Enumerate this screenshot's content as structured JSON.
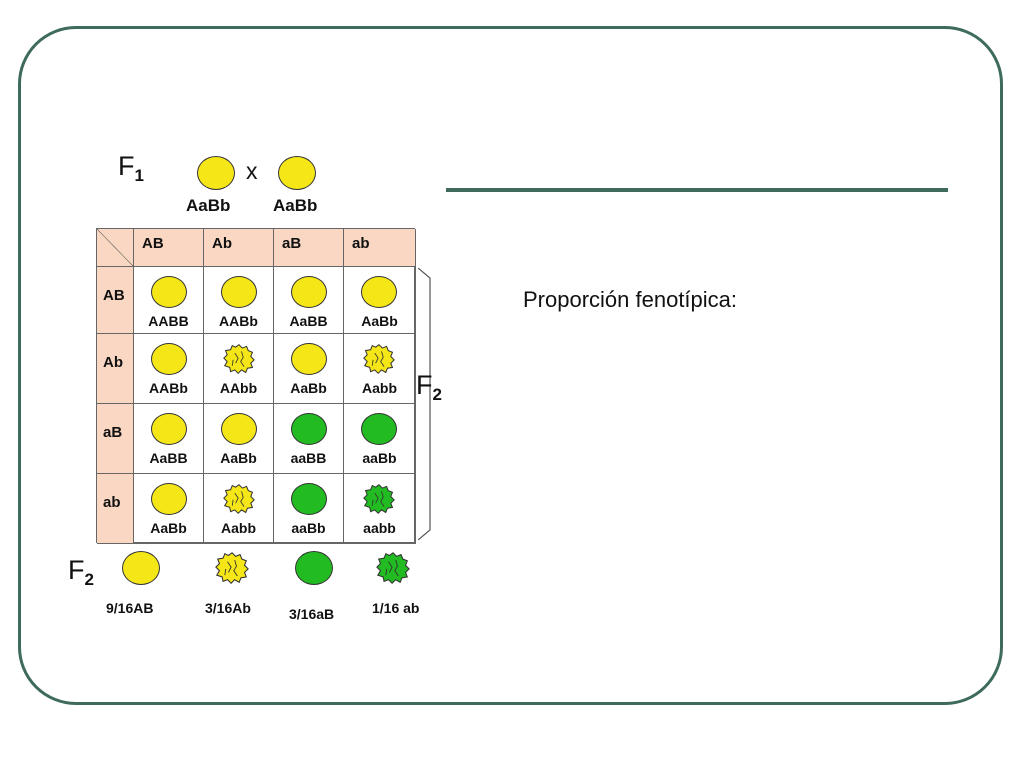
{
  "labels": {
    "f1": "F",
    "f1_sub": "1",
    "f2": "F",
    "f2_sub": "2",
    "cross": "x"
  },
  "parents": [
    "AaBb",
    "AaBb"
  ],
  "proportion_text": "Proporción fenotípica:",
  "punnett": {
    "column_gametes": [
      "AB",
      "Ab",
      "aB",
      "ab"
    ],
    "rows": [
      {
        "gamete": "AB",
        "cells": [
          {
            "genotype": "AABB",
            "color": "yellow",
            "shape": "smooth"
          },
          {
            "genotype": "AABb",
            "color": "yellow",
            "shape": "smooth"
          },
          {
            "genotype": "AaBB",
            "color": "yellow",
            "shape": "smooth"
          },
          {
            "genotype": "AaBb",
            "color": "yellow",
            "shape": "smooth"
          }
        ]
      },
      {
        "gamete": "Ab",
        "cells": [
          {
            "genotype": "AABb",
            "color": "yellow",
            "shape": "smooth"
          },
          {
            "genotype": "AAbb",
            "color": "yellow",
            "shape": "wrinkled"
          },
          {
            "genotype": "AaBb",
            "color": "yellow",
            "shape": "smooth"
          },
          {
            "genotype": "Aabb",
            "color": "yellow",
            "shape": "wrinkled"
          }
        ]
      },
      {
        "gamete": "aB",
        "cells": [
          {
            "genotype": "AaBB",
            "color": "yellow",
            "shape": "smooth"
          },
          {
            "genotype": "AaBb",
            "color": "yellow",
            "shape": "smooth"
          },
          {
            "genotype": "aaBB",
            "color": "green",
            "shape": "smooth"
          },
          {
            "genotype": "aaBb",
            "color": "green",
            "shape": "smooth"
          }
        ]
      },
      {
        "gamete": "ab",
        "cells": [
          {
            "genotype": "AaBb",
            "color": "yellow",
            "shape": "smooth"
          },
          {
            "genotype": "Aabb",
            "color": "yellow",
            "shape": "wrinkled"
          },
          {
            "genotype": "aaBb",
            "color": "green",
            "shape": "smooth"
          },
          {
            "genotype": "aabb",
            "color": "green",
            "shape": "wrinkled"
          }
        ]
      }
    ]
  },
  "f2_summary": [
    {
      "ratio": "9/16AB",
      "color": "yellow",
      "shape": "smooth"
    },
    {
      "ratio": "3/16Ab",
      "color": "yellow",
      "shape": "wrinkled"
    },
    {
      "ratio": "3/16aB",
      "color": "green",
      "shape": "smooth"
    },
    {
      "ratio": "1/16 ab",
      "color": "green",
      "shape": "wrinkled"
    }
  ],
  "colors": {
    "yellow": "#f5e618",
    "green": "#22bb22",
    "header_fill": "#f9d7c2",
    "frame": "#3e6b5e"
  }
}
